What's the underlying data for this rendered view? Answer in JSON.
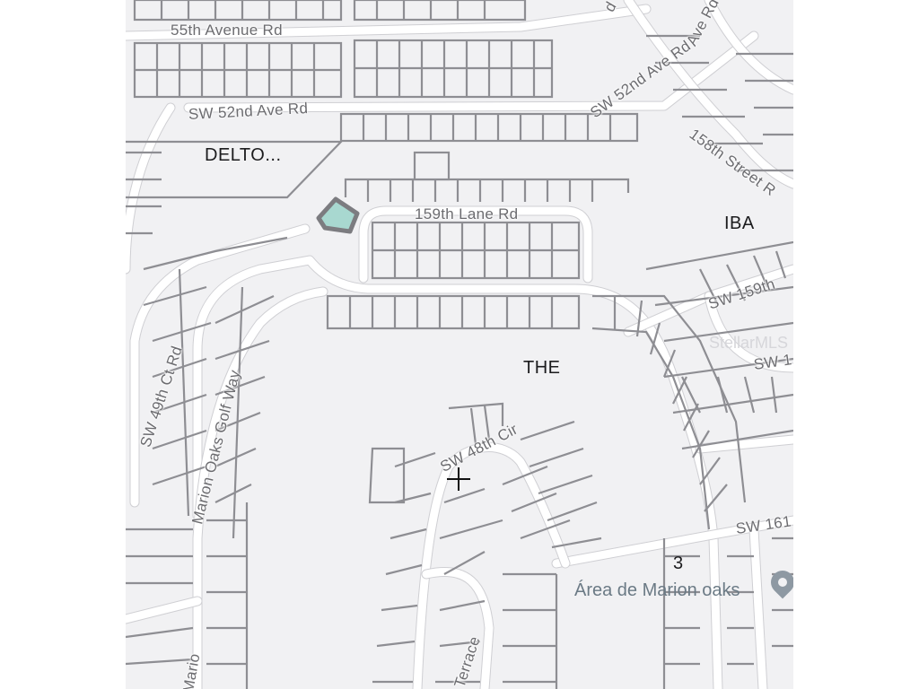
{
  "streets": {
    "avenue_55th": "55th Avenue Rd",
    "sw_52nd_west": "SW 52nd Ave Rd",
    "sw_52nd_east": "SW 52nd Ave Rd",
    "street_158th": "158th Street R",
    "lane_159th": "159th Lane Rd",
    "sw_159th": "SW 159th",
    "sw_1": "SW 1",
    "sw_49th_ct": "SW 49th Ct Rd",
    "marion_oaks_golf": "Marion Oaks Golf Way",
    "sw_48th_cir": "SW 48th Cir",
    "sw_161": "SW 161",
    "terrace": "Terrace",
    "mario_partial": "Mario",
    "top_partial": "d",
    "ave_partial": "Ave Rd"
  },
  "areas": {
    "delto": "DELTO...",
    "iba": "IBA",
    "the": "THE",
    "three": "3"
  },
  "poi": {
    "label": "Área de Marion oaks",
    "icon": "location-pin-icon"
  },
  "watermark": "StellarMLS",
  "selected_parcel_color": "#a8d8d0",
  "selected_parcel_outline": "#7c7c80"
}
